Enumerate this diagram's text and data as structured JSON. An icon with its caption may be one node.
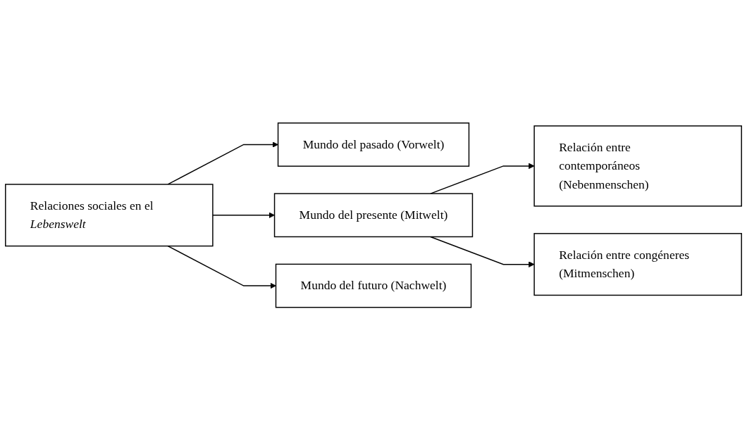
{
  "diagram": {
    "nodes": [
      {
        "text": [
          "Relaciones sociales en el *Lebenswelt*"
        ]
      },
      {
        "text": [
          "Mundo del pasado (Vorwelt)"
        ]
      },
      {
        "text": [
          "Mundo del presente (Mitwelt)"
        ]
      },
      {
        "text": [
          "Mundo del futuro (Nachwelt)"
        ]
      },
      {
        "text": [
          "Relación entre contemporáneos (Nebenmenschen)"
        ]
      },
      {
        "text": [
          "Relación entre congéneres (Mitmenschen)"
        ]
      }
    ],
    "edges": [
      {
        "from": 0,
        "to": 1,
        "arrow": "to"
      },
      {
        "from": 0,
        "to": 2,
        "arrow": "to"
      },
      {
        "from": 0,
        "to": 3,
        "arrow": "to"
      },
      {
        "from": 2,
        "to": 4,
        "arrow": "to"
      },
      {
        "from": 2,
        "to": 5,
        "arrow": "to"
      }
    ]
  }
}
